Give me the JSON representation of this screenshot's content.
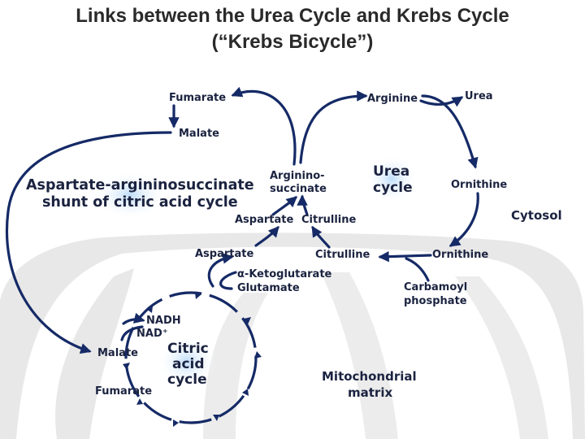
{
  "title": {
    "line1": "Links between the Urea Cycle and Krebs Cycle",
    "line2": "(“Krebs Bicycle”)"
  },
  "colors": {
    "arrow": "#152a66",
    "text": "#1b2340",
    "title": "#2a2a2a",
    "membrane": "#e4e4e4",
    "highlight": "#cfe6fb"
  },
  "labels": {
    "fumarate_top": "Fumarate",
    "malate_top": "Malate",
    "arginine": "Arginine",
    "urea": "Urea",
    "argininosuccinate_1": "Arginino-",
    "argininosuccinate_2": "succinate",
    "urea_cycle_1": "Urea",
    "urea_cycle_2": "cycle",
    "ornithine_cytosol": "Ornithine",
    "shunt_1": "Aspartate-argininosuccinate",
    "shunt_2": "shunt of citric acid cycle",
    "aspartate_top": "Aspartate",
    "citrulline_top": "Citrulline",
    "cytosol": "Cytosol",
    "aspartate_matrix": "Aspartate",
    "citrulline_matrix": "Citrulline",
    "ornithine_matrix": "Ornithine",
    "ketoglutarate": "α-Ketoglutarate",
    "glutamate": "Glutamate",
    "carbamoyl_1": "Carbamoyl",
    "carbamoyl_2": "phosphate",
    "nadh": "NADH",
    "nad": "NAD⁺",
    "malate_bottom": "Malate",
    "citric_1": "Citric",
    "citric_2": "acid",
    "citric_3": "cycle",
    "fumarate_bottom": "Fumarate",
    "mito_1": "Mitochondrial",
    "mito_2": "matrix"
  }
}
